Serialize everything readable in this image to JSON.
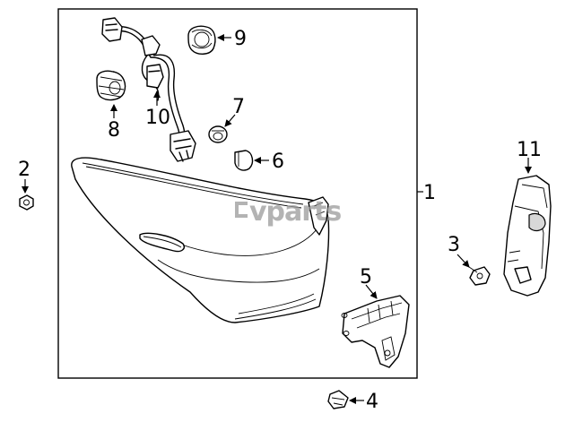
{
  "watermark": "vparts",
  "callouts": {
    "c1": "1",
    "c2": "2",
    "c3": "3",
    "c4": "4",
    "c5": "5",
    "c6": "6",
    "c7": "7",
    "c8": "8",
    "c9": "9",
    "c10": "10",
    "c11": "11"
  }
}
